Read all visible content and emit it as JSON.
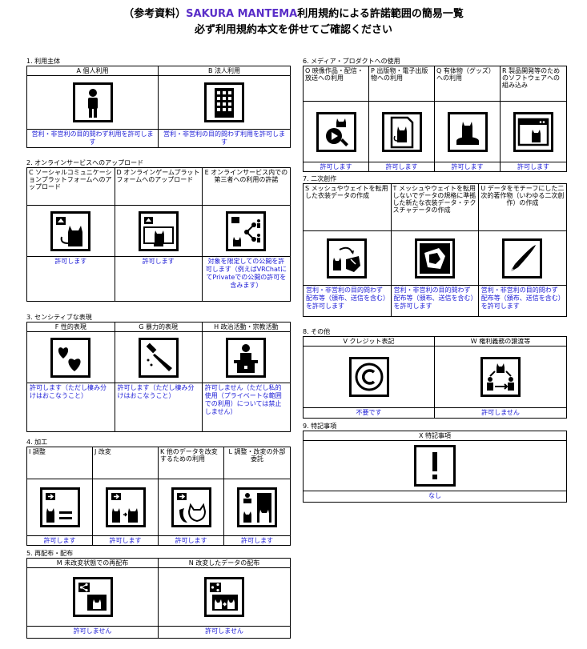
{
  "header": {
    "title_prefix": "（参考資料）",
    "title_brand": "SAKURA MANTEMA",
    "title_suffix": "利用規約による許諾範囲の簡易一覧",
    "subtitle": "必ず利用規約本文を併せてご確認ください"
  },
  "sections": {
    "s1": {
      "title": "1. 利用主体",
      "items": [
        {
          "label": "A 個人利用",
          "note": "営利・非営利の目的問わず利用を許可します",
          "icon": "person-icon"
        },
        {
          "label": "B 法人利用",
          "note": "営利・非営利の目的問わず利用を許可します",
          "icon": "building-icon"
        }
      ]
    },
    "s2": {
      "title": "2. オンラインサービスへのアップロード",
      "items": [
        {
          "label": "C ソーシャルコミュニケーションプラットフォームへのアップロード",
          "note": "許可します",
          "icon": "upload-cat-icon"
        },
        {
          "label": "D オンラインゲームプラットフォームへのアップロード",
          "note": "許可します",
          "icon": "game-upload-icon"
        },
        {
          "label": "E オンラインサービス内での第三者への利用の許諾",
          "note": "対象を限定しての公開を許可します（例えばVRChatにてPrivateでの公開の許可を含みます）",
          "icon": "share-people-icon"
        }
      ]
    },
    "s3": {
      "title": "3. センシティブな表現",
      "items": [
        {
          "label": "F 性的表現",
          "note": "許可します（ただし棲み分けはおこなうこと）",
          "icon": "hearts-icon"
        },
        {
          "label": "G 暴力的表現",
          "note": "許可します（ただし棲み分けはおこなうこと）",
          "icon": "knife-icon"
        },
        {
          "label": "H 政治活動・宗教活動",
          "note": "許可しません（ただし私的使用（プライベートな範囲での利用）については禁止しません）",
          "icon": "podium-icon"
        }
      ]
    },
    "s4": {
      "title": "4. 加工",
      "items": [
        {
          "label": "I 調整",
          "note": "許可します",
          "icon": "adjust-icon"
        },
        {
          "label": "J 改変",
          "note": "許可します",
          "icon": "modify-icon"
        },
        {
          "label": "K 他のデータを改変するための利用",
          "note": "許可します",
          "icon": "data-modify-icon"
        },
        {
          "label": "L 調整・改変の外部委託",
          "note": "許可します",
          "icon": "outsource-icon"
        }
      ]
    },
    "s5": {
      "title": "5. 再配布・配布",
      "items": [
        {
          "label": "M 未改変状態での再配布",
          "note": "許可しません",
          "icon": "redistribute-icon"
        },
        {
          "label": "N 改変したデータの配布",
          "note": "許可しません",
          "icon": "distribute-modified-icon"
        }
      ]
    },
    "s6": {
      "title": "6. メディア・プロダクトへの使用",
      "items": [
        {
          "label": "O 映像作品・配信・放送への利用",
          "note": "許可します",
          "icon": "video-icon"
        },
        {
          "label": "P 出版物・電子出版物への利用",
          "note": "許可します",
          "icon": "publication-icon"
        },
        {
          "label": "Q 有体物（グッズ）への利用",
          "note": "許可します",
          "icon": "goods-icon"
        },
        {
          "label": "R 製品開発等のためのソフトウェアへの組み込み",
          "note": "許可します",
          "icon": "software-icon"
        }
      ]
    },
    "s7": {
      "title": "7. 二次創作",
      "items": [
        {
          "label": "S メッシュやウェイトを転用した衣装データの作成",
          "note": "営利・非営利の目的問わず配布等（頒布、送信を含む）を許可します",
          "icon": "costume-icon"
        },
        {
          "label": "T メッシュやウェイトを転用しないでデータの規格に準拠した新たな衣装データ・テクスチャデータの作成",
          "note": "営利・非営利の目的問わず配布等（頒布、送信を含む）を許可します",
          "icon": "texture-icon"
        },
        {
          "label": "U データをモチーフにした二次的著作物（いわゆる二次創作）の作成",
          "note": "営利・非営利の目的問わず配布等（頒布、送信を含む）を許可します",
          "icon": "pen-icon"
        }
      ]
    },
    "s8": {
      "title": "8. その他",
      "items": [
        {
          "label": "V クレジット表記",
          "note": "不要です",
          "icon": "copyright-icon"
        },
        {
          "label": "W 権利義務の譲渡等",
          "note": "許可しません",
          "icon": "transfer-icon"
        }
      ]
    },
    "s9": {
      "title": "9. 特記事項",
      "items": [
        {
          "label": "X 特記事項",
          "note": "なし",
          "icon": "exclamation-icon"
        }
      ]
    }
  }
}
